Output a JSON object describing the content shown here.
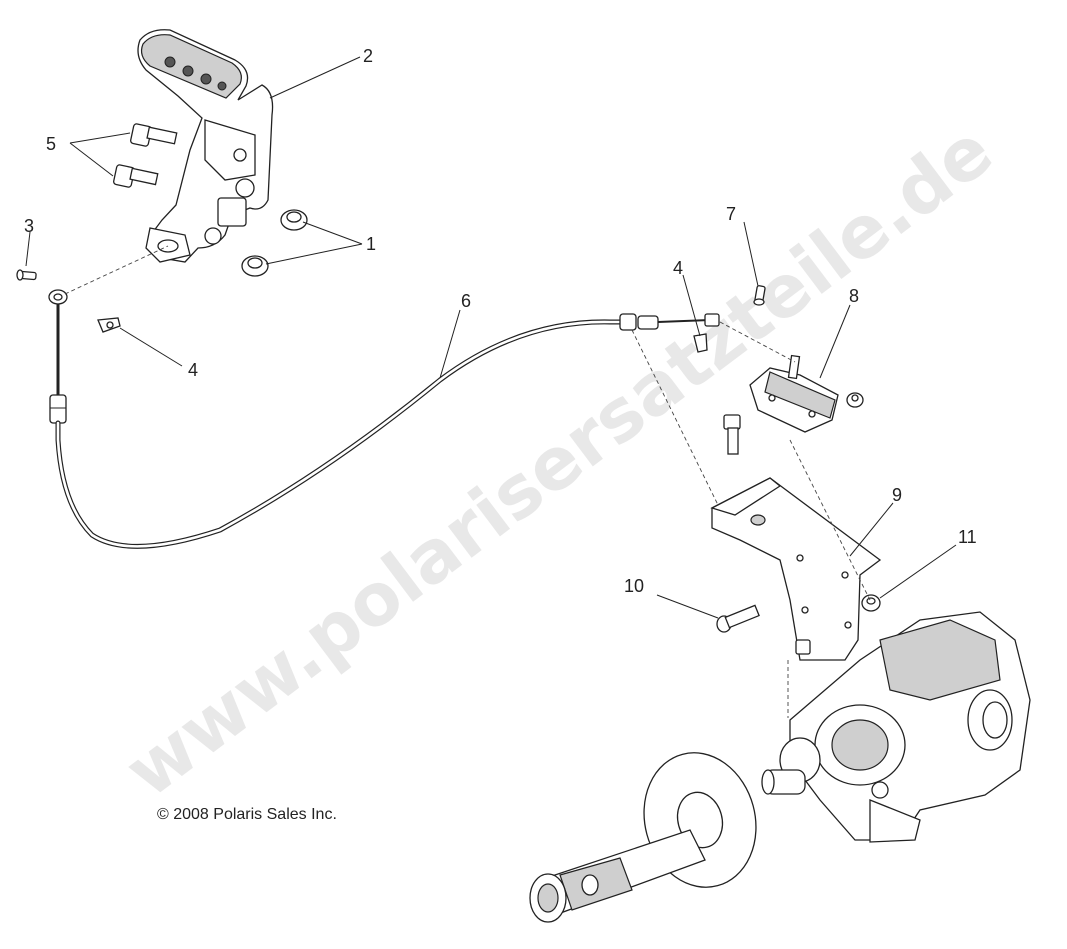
{
  "diagram": {
    "copyright": "© 2008 Polaris Sales Inc.",
    "watermark": "www.polarisersatzteile.de",
    "callouts": {
      "c1": "1",
      "c2": "2",
      "c3": "3",
      "c4a": "4",
      "c4b": "4",
      "c5": "5",
      "c6": "6",
      "c7": "7",
      "c8": "8",
      "c9": "9",
      "c10": "10",
      "c11": "11"
    },
    "parts": [
      {
        "id": "1",
        "icon": "flange-nut-icon"
      },
      {
        "id": "2",
        "icon": "parking-brake-lever-icon"
      },
      {
        "id": "3",
        "icon": "pin-icon"
      },
      {
        "id": "4",
        "icon": "clip-icon"
      },
      {
        "id": "5",
        "icon": "bolt-icon"
      },
      {
        "id": "6",
        "icon": "brake-cable-icon"
      },
      {
        "id": "7",
        "icon": "pin-icon"
      },
      {
        "id": "8",
        "icon": "brake-caliper-icon"
      },
      {
        "id": "9",
        "icon": "mounting-bracket-icon"
      },
      {
        "id": "10",
        "icon": "bolt-icon"
      },
      {
        "id": "11",
        "icon": "nut-icon"
      }
    ]
  }
}
